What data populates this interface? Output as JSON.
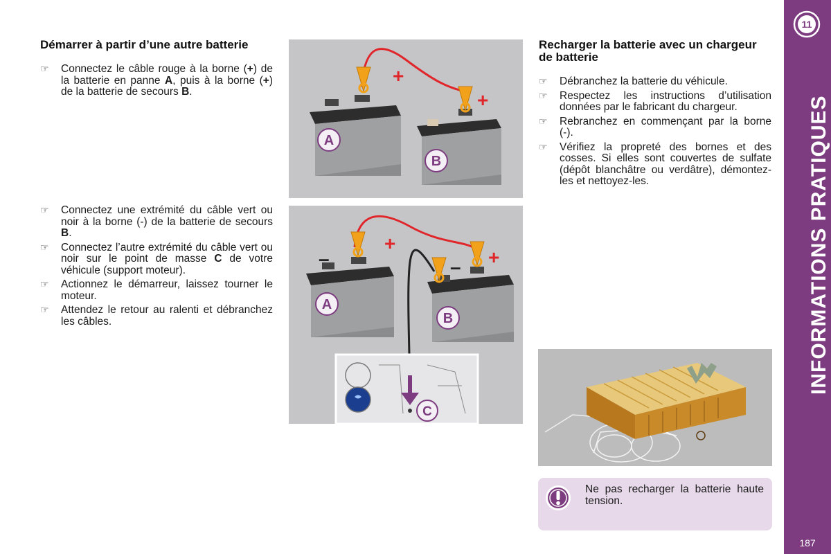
{
  "left_section": {
    "title": "Démarrer à partir d’une autre batterie",
    "steps_a": [
      {
        "p1": "Connectez le câble rouge à la borne (",
        "b1": "+",
        "p2": ") de la batterie en panne ",
        "b2": "A",
        "p3": ", puis à la borne (",
        "b3": "+",
        "p4": ") de la batterie de secours ",
        "b4": "B",
        "p5": "."
      }
    ],
    "steps_b": [
      {
        "p1": "Connectez une extrémité du câble vert ou noir à la borne (-) de la batterie de secours ",
        "b1": "B",
        "p2": "."
      },
      {
        "p1": "Connectez l’autre extrémité du câble vert ou noir sur le point de masse ",
        "b1": "C",
        "p2": " de votre véhicule (support moteur)."
      },
      {
        "p1": "Actionnez le démarreur, laissez tourner le moteur."
      },
      {
        "p1": "Attendez le retour au ralenti et débranchez les câbles."
      }
    ]
  },
  "right_section": {
    "title": "Recharger la batterie avec un chargeur de batterie",
    "steps": [
      "Débranchez la batterie du véhicule.",
      "Respectez les instructions d’utilisation données par le fabricant du chargeur.",
      "Rebranchez en commençant par la borne (-).",
      "Vérifiez la propreté des bornes et des cosses. Si elles sont couvertes de sulfate (dépôt blanchâtre ou verdâtre), démontez-les et nettoyez-les."
    ]
  },
  "figures": {
    "label_a": "A",
    "label_b": "B",
    "label_c": "C",
    "plus": "+",
    "minus": "–"
  },
  "warning": {
    "text": "Ne pas recharger la batterie haute tension."
  },
  "sidebar": {
    "chapter_number": "11",
    "title": "INFORMATIONS PRATIQUES",
    "page_number": "187"
  },
  "colors": {
    "accent": "#7d3c80",
    "warning_bg": "#e7d9ea",
    "cable_red": "#e0262a",
    "clamp": "#f2a11a",
    "figure_bg": "#c5c5c7"
  }
}
